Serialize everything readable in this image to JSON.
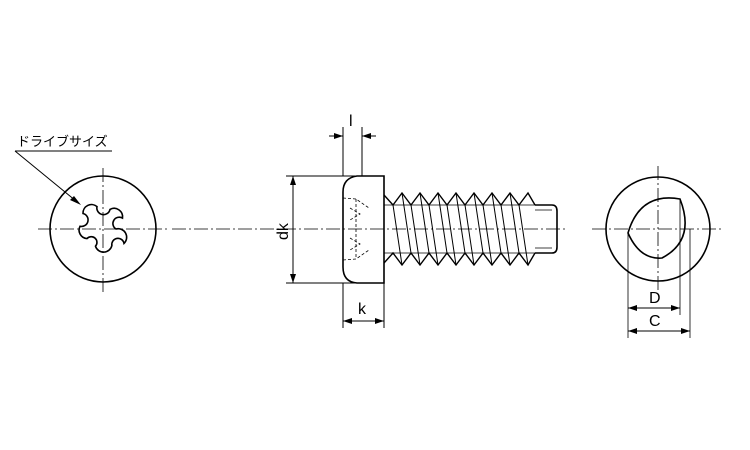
{
  "labels": {
    "drive_size": "ドライブサイズ",
    "head_length": "l",
    "head_diameter": "dk",
    "head_height": "k",
    "dimension_d": "D",
    "dimension_c": "C"
  },
  "colors": {
    "line": "#000000",
    "background": "#ffffff"
  }
}
